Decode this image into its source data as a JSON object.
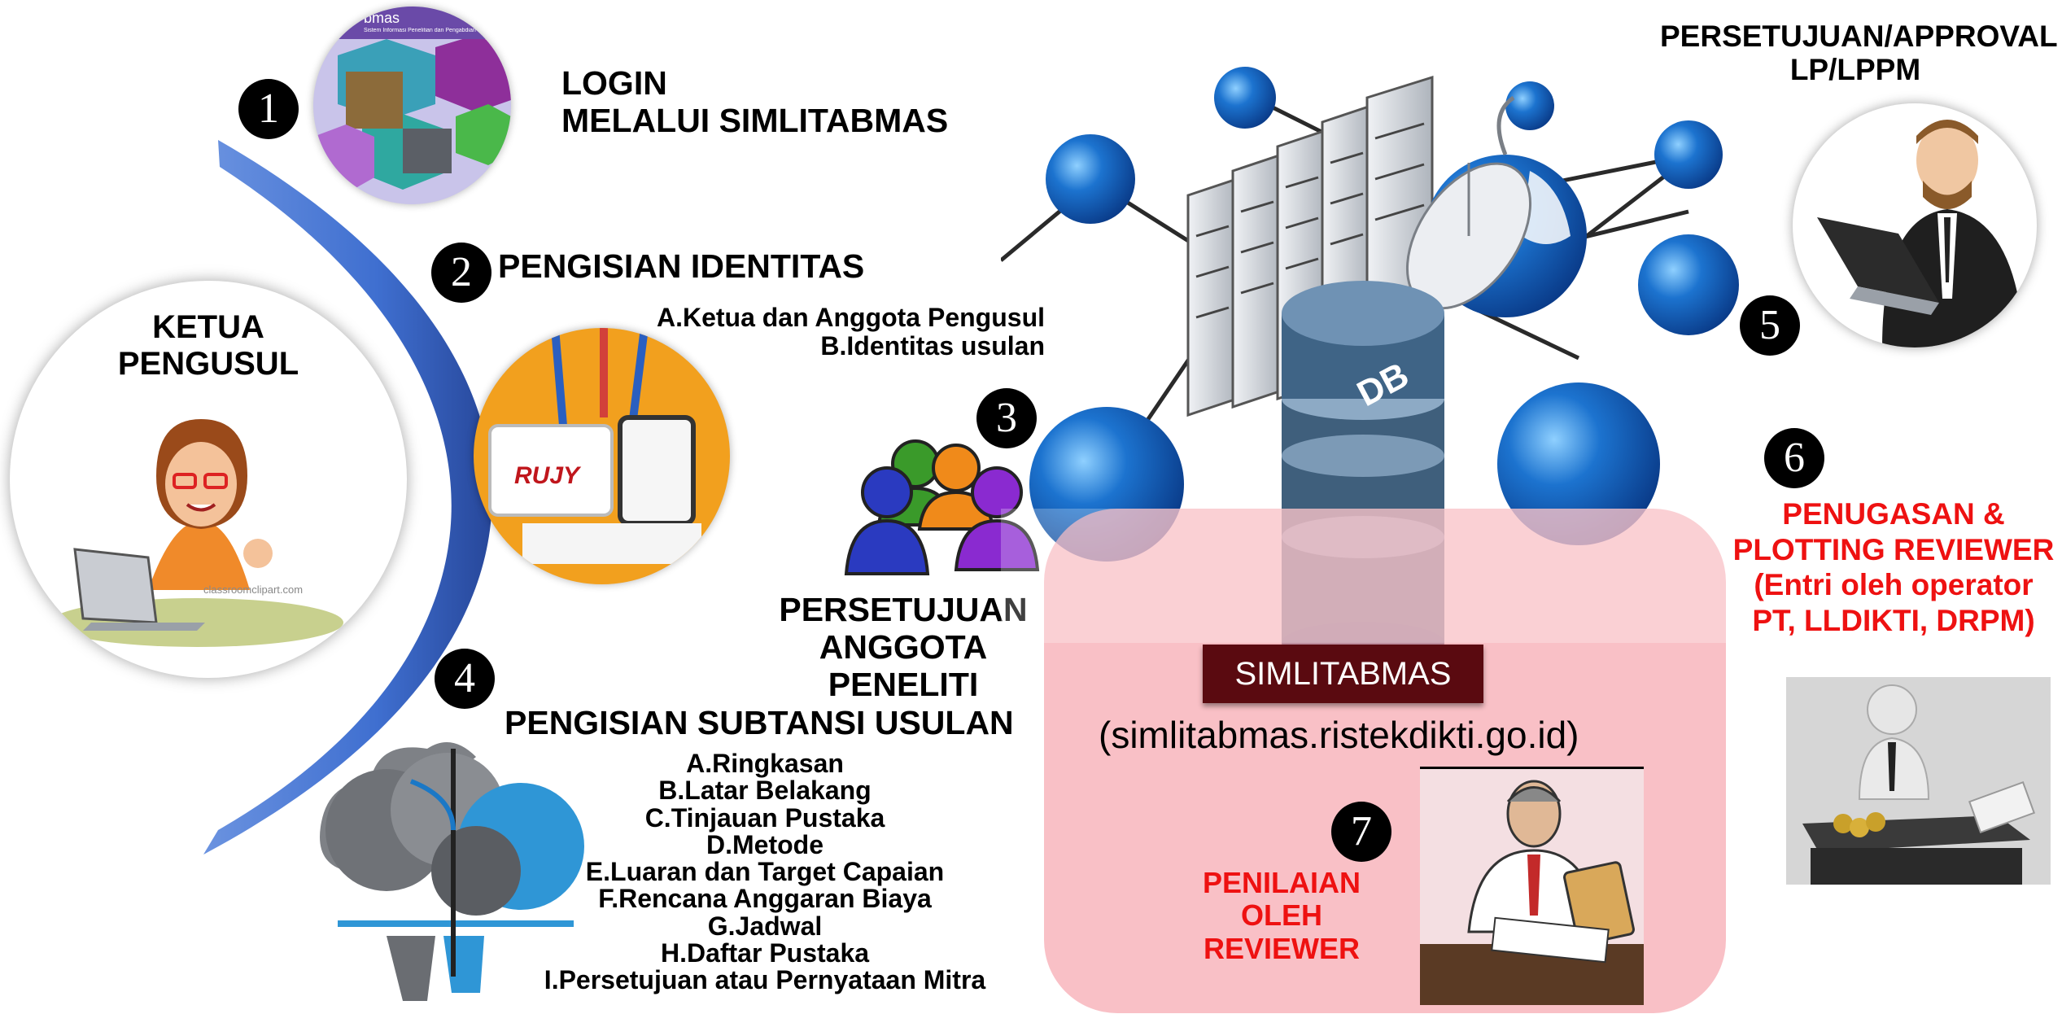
{
  "center": {
    "label": "KETUA PENGUSUL",
    "label_line1": "KETUA",
    "label_line2": "PENGUSUL",
    "watermark": "classroomclipart.com"
  },
  "steps": [
    {
      "number": "1",
      "title_line1": "LOGIN",
      "title_line2": "MELALUI SIMLITABMAS",
      "thumb_header": "bmas",
      "thumb_subheader": "Sistem Informasi Penelitian dan Pengabdian Kepada Masyarakat"
    },
    {
      "number": "2",
      "title": "PENGISIAN IDENTITAS",
      "items": [
        "A.Ketua dan Anggota Pengusul",
        "B.Identitas usulan"
      ],
      "badge_text": "RUJY"
    },
    {
      "number": "3",
      "title_line1": "PERSETUJUAN ANGGOTA",
      "title_line2": "PENELITI"
    },
    {
      "number": "4",
      "title": "PENGISIAN SUBTANSI USULAN",
      "items": [
        "A.Ringkasan",
        "B.Latar Belakang",
        "C.Tinjauan Pustaka",
        "D.Metode",
        "E.Luaran dan Target Capaian",
        "F.Rencana Anggaran Biaya",
        "G.Jadwal",
        "H.Daftar Pustaka",
        "I.Persetujuan atau Pernyataan Mitra"
      ]
    },
    {
      "number": "5",
      "title_line1": "PERSETUJUAN/APPROVAL",
      "title_line2": "LP/LPPM"
    },
    {
      "number": "6",
      "title_lines": [
        "PENUGASAN &",
        "PLOTTING REVIEWER",
        "(Entri oleh operator",
        "PT, LLDIKTI, DRPM)"
      ]
    },
    {
      "number": "7",
      "title_line1": "PENILAIAN OLEH",
      "title_line2": "REVIEWER"
    }
  ],
  "system": {
    "name": "SIMLITABMAS",
    "url": "(simlitabmas.ristekdikti.go.id)",
    "db_label": "DB"
  },
  "colors": {
    "arc_blue": "#3f6fd0",
    "highlight_pink": "#f8c0c4",
    "name_box": "#5a0a10",
    "node_blue": "#1c73cf",
    "red_text": "#ee1111"
  }
}
